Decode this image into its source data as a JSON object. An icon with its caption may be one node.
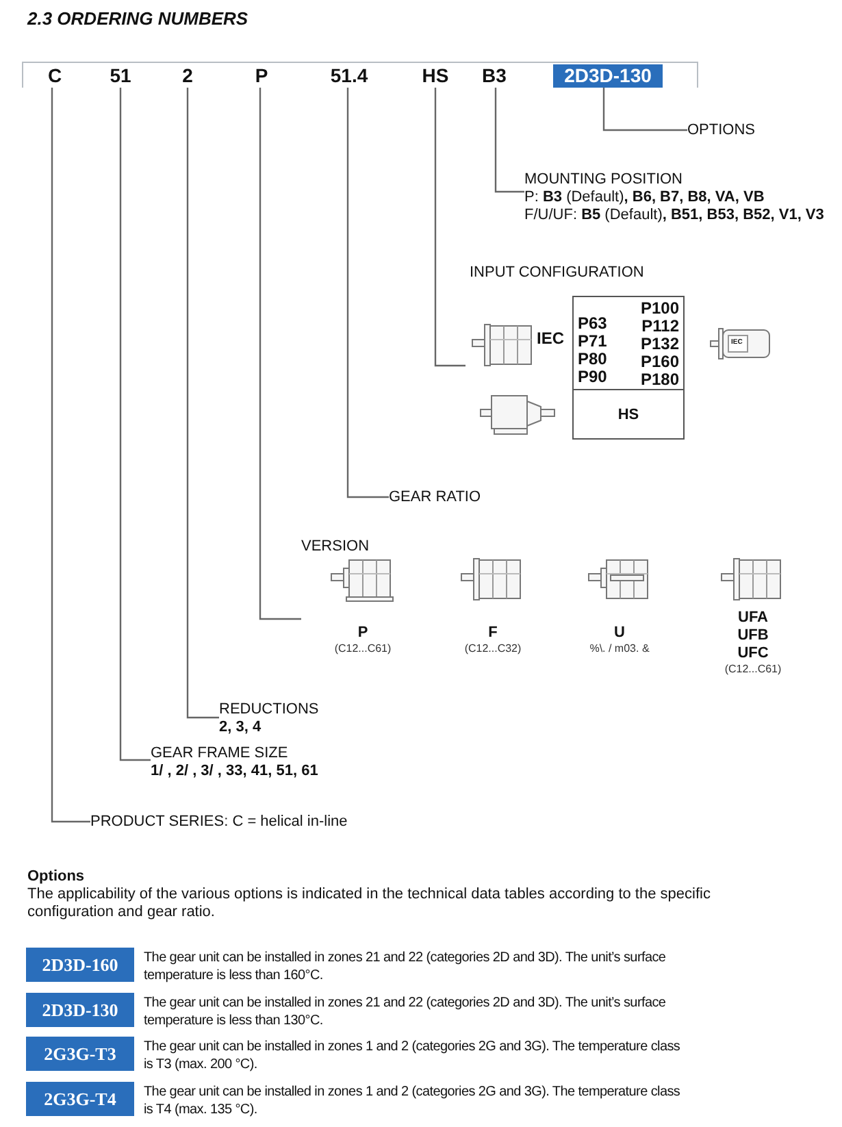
{
  "diagram": {
    "title": "2.3 ORDERING NUMBERS",
    "nodes": [
      {
        "text": [
          "C"
        ]
      },
      {
        "text": [
          "51"
        ]
      },
      {
        "text": [
          "2"
        ]
      },
      {
        "text": [
          "P"
        ]
      },
      {
        "text": [
          "51.4"
        ]
      },
      {
        "text": [
          "HS"
        ]
      },
      {
        "text": [
          "B3"
        ]
      },
      {
        "text": [
          "2D3D-130"
        ]
      },
      {
        "text": [
          "OPTIONS"
        ]
      },
      {
        "text": [
          "MOUNTING POSITION",
          "P: **B3** (Default)**, B6, B7, B8, VA, VB**",
          "F/U/UF: **B5** (Default)**, B51, B53, B52, V1, V3**"
        ]
      },
      {
        "text": [],
        "shape": "picture",
        "beside": [
          "IEC"
        ]
      },
      {
        "text": [
          "P63 P71 P80 P90",
          "P100 P112 P132 P160 P180",
          "HS"
        ]
      },
      {
        "text": [
          "GEAR RATIO"
        ]
      },
      {
        "text": [
          "P",
          "(C12...C61)"
        ]
      },
      {
        "text": [
          "F",
          "(C12...C32)"
        ]
      },
      {
        "text": [
          "U",
          "%\\. / m03. &"
        ]
      },
      {
        "text": [
          "UFA UFB UFC",
          "(C12...C61)"
        ]
      },
      {
        "text": [
          "REDUCTIONS",
          "**2**, **3**, **4**"
        ]
      },
      {
        "text": [
          "GEAR FRAME SIZE",
          "**1/ , 2/ , 3/ , 33, 41, 51, 61**"
        ]
      },
      {
        "text": [
          "PRODUCT SERIES: C = helical in-line"
        ]
      }
    ],
    "edges": [
      {
        "from": 7,
        "to": 8,
        "arrow": "none"
      },
      {
        "from": 6,
        "to": 9,
        "arrow": "none"
      },
      {
        "from": 5,
        "to": 10,
        "arrow": "none"
      },
      {
        "from": 4,
        "to": 12,
        "arrow": "none"
      },
      {
        "from": 3,
        "to": 13,
        "arrow": "none"
      },
      {
        "from": 2,
        "to": 17,
        "arrow": "none"
      },
      {
        "from": 1,
        "to": 18,
        "arrow": "none"
      },
      {
        "from": 0,
        "to": 19,
        "arrow": "none"
      }
    ],
    "labels": [
      "INPUT CONFIGURATION",
      "IEC",
      "VERSION",
      "Options",
      "The applicability of the various options is indicated in the technical data tables according to the specific configuration and gear ratio.",
      "2D3D-160",
      "The gear unit can be installed in zones 21 and 22 (categories 2D and 3D). The unit’s surface temperature is less than 160°C.",
      "2D3D-130",
      "The gear unit can be installed in zones 21 and 22 (categories 2D and 3D). The unit’s surface temperature is less than 130°C.",
      "2G3G-T3",
      "The gear unit can be installed in zones 1 and 2 (categories 2G and 3G). The temperature class is T3 (max. 200 °C).",
      "2G3G-T4",
      "The gear unit can be installed in zones 1 and 2 (categories 2G and 3G). The temperature class is T4 (max. 135 °C)."
    ]
  }
}
